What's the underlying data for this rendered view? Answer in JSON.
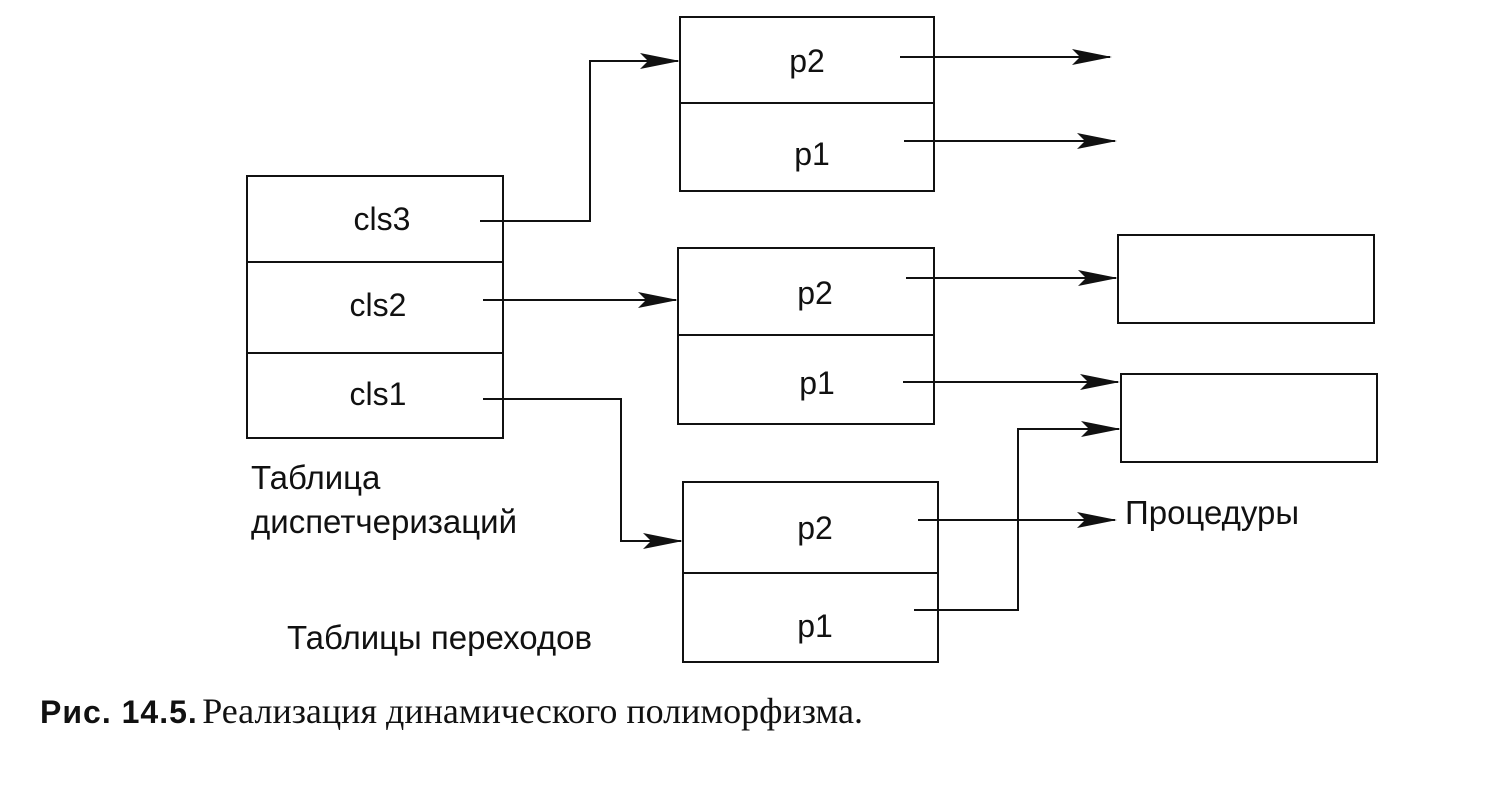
{
  "dispatch_table": {
    "rows": [
      "cls3",
      "cls2",
      "cls1"
    ],
    "label_line1": "Таблица",
    "label_line2": "диспетчеризаций"
  },
  "jump_tables": {
    "label": "Таблицы переходов",
    "tables": [
      {
        "rows": [
          "p2",
          "p1"
        ]
      },
      {
        "rows": [
          "p2",
          "p1"
        ]
      },
      {
        "rows": [
          "p2",
          "p1"
        ]
      }
    ]
  },
  "procedures": {
    "label": "Процедуры"
  },
  "caption": {
    "number": "Рис. 14.5.",
    "text": "Реализация динамического полиморфизма."
  }
}
